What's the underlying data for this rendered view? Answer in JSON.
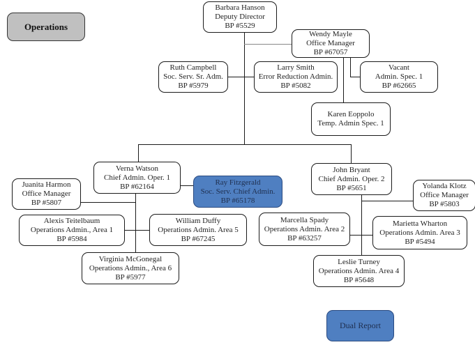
{
  "title": "Operations",
  "legend": {
    "dual_report": "Dual Report"
  },
  "nodes": {
    "barbara": {
      "name": "Barbara Hanson",
      "title": "Deputy Director",
      "bp": "BP #5529"
    },
    "wendy": {
      "name": "Wendy Mayle",
      "title": "Office Manager",
      "bp": "BP #67057"
    },
    "ruth": {
      "name": "Ruth Campbell",
      "title": "Soc. Serv. Sr. Adm.",
      "bp": "BP #5979"
    },
    "larry": {
      "name": "Larry Smith",
      "title": "Error Reduction Admin.",
      "bp": "BP  #5082"
    },
    "vacant": {
      "name": "Vacant",
      "title": "Admin. Spec. 1",
      "bp": "BP  #62665"
    },
    "karen": {
      "name": "Karen Eoppolo",
      "title": "Temp. Admin Spec. 1"
    },
    "verna": {
      "name": "Verna Watson",
      "title": "Chief Admin. Oper. 1",
      "bp": "BP #62164"
    },
    "ray": {
      "name": "Ray Fitzgerald",
      "title": "Soc. Serv. Chief Admin.",
      "bp": "BP #65178"
    },
    "john": {
      "name": "John Bryant",
      "title": "Chief Admin. Oper. 2",
      "bp": "BP #5651"
    },
    "juanita": {
      "name": "Juanita Harmon",
      "title": "Office Manager",
      "bp": "BP #5807"
    },
    "yolanda": {
      "name": "Yolanda Klotz",
      "title": "Office Manager",
      "bp": "BP #5803"
    },
    "alexis": {
      "name": "Alexis Teitelbaum",
      "title": "Operations Admin., Area 1",
      "bp": "BP #5984"
    },
    "william": {
      "name": "William Duffy",
      "title": "Operations Admin. Area 5",
      "bp": "BP #67245"
    },
    "marcella": {
      "name": "Marcella Spady",
      "title": "Operations Admin. Area 2",
      "bp": "BP #63257"
    },
    "marietta": {
      "name": "Marietta Wharton",
      "title": "Operations Admin. Area 3",
      "bp": "BP #5494"
    },
    "virginia": {
      "name": "Virginia McGonegal",
      "title": "Operations Admin., Area 6",
      "bp": "BP #5977"
    },
    "leslie": {
      "name": "Leslie Turney",
      "title": "Operations Admin. Area 4",
      "bp": "BP #5648"
    }
  }
}
